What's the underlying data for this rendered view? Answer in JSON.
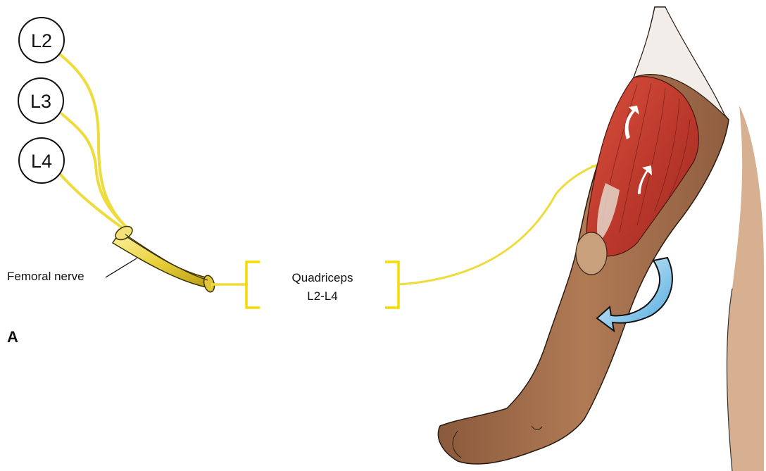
{
  "roots": [
    {
      "label": "L2"
    },
    {
      "label": "L3"
    },
    {
      "label": "L4"
    }
  ],
  "nerve_label": "Femoral nerve",
  "muscle": {
    "name": "Quadriceps",
    "roots": "L2-L4"
  },
  "panel_letter": "A",
  "colors": {
    "nerve_yellow": "#f2e34a",
    "bracket_yellow": "#f5dc00",
    "muscle_red": "#c4392b",
    "skin": "#a8734e",
    "arrow_blue": "#7ec8ec"
  },
  "icons": [
    "curved-rotation-arrow-icon",
    "muscle-contraction-arrow-icon"
  ]
}
